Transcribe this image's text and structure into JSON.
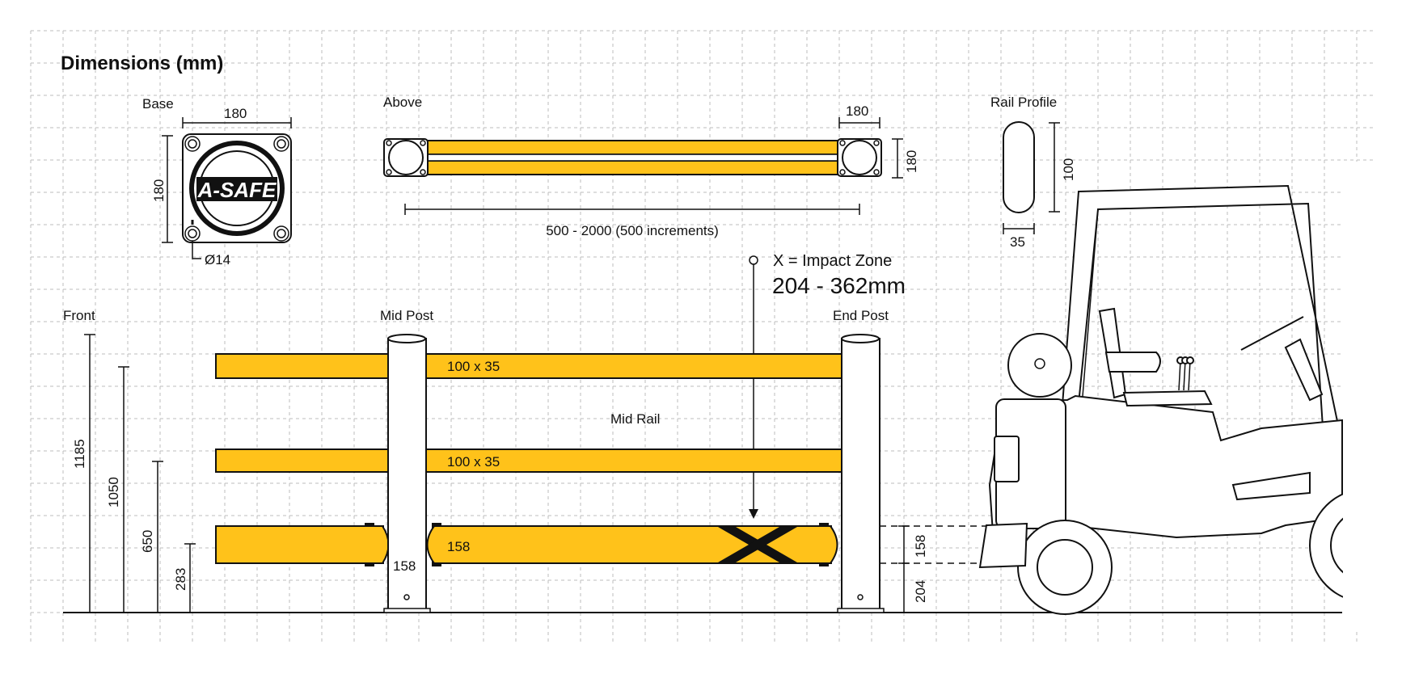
{
  "title": "Dimensions (mm)",
  "base": {
    "label": "Base",
    "width_dim": "180",
    "height_dim": "180",
    "hole_dim": "Ø14",
    "logo_text": "A-SAFE"
  },
  "above": {
    "label": "Above",
    "end_width_dim": "180",
    "end_height_dim": "180",
    "length_dim": "500 - 2000 (500 increments)"
  },
  "rail_profile": {
    "label": "Rail Profile",
    "height_dim": "100",
    "width_dim": "35"
  },
  "impact": {
    "legend": "X = Impact Zone",
    "range": "204 - 362mm"
  },
  "front": {
    "label": "Front",
    "heights": [
      "1185",
      "1050",
      "650",
      "283"
    ]
  },
  "posts": {
    "mid_label": "Mid Post",
    "end_label": "End Post"
  },
  "rails": {
    "top_size": "100 x 35",
    "mid_rail_label": "Mid Rail",
    "mid_size": "100 x 35",
    "low_size": "158",
    "low_height_label": "158"
  },
  "side_dims": {
    "rail_height": "158",
    "ground_clearance": "204"
  },
  "colors": {
    "rail_yellow": "#FFC21A",
    "line": "#111111",
    "grid": "#bdbdbd"
  }
}
